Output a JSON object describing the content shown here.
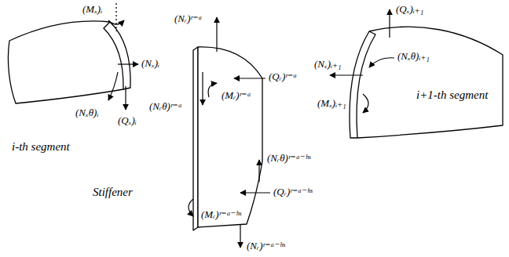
{
  "diagram": {
    "labels": [
      "(Mₓ)ᵢ",
      "(Nₓ)ᵢ",
      "(Nₓθ)ᵢ",
      "(Qₓ)ᵢ",
      "i-th segment",
      "(Nᵣ)ʳ⁼ᵃ",
      "(Qᵣ)ʳ⁼ᵃ",
      "(Mᵣ)ʳ⁼ᵃ",
      "(Nᵣθ)ʳ⁼ᵃ",
      "Stiffener",
      "(Nᵣθ)ʳ⁼ᵃ⁻ʰˢ",
      "(Qᵣ)ʳ⁼ᵃ⁻ʰˢ",
      "(Mᵣ)ʳ⁼ᵃ⁻ʰˢ",
      "(Nᵣ)ʳ⁼ᵃ⁻ʰˢ",
      "(Qₓ)ᵢ₊₁",
      "(Nₓ)ᵢ₊₁",
      "(Nₓθ)ᵢ₊₁",
      "(Mₓ)ᵢ₊₁",
      "i+1-th segment"
    ]
  }
}
